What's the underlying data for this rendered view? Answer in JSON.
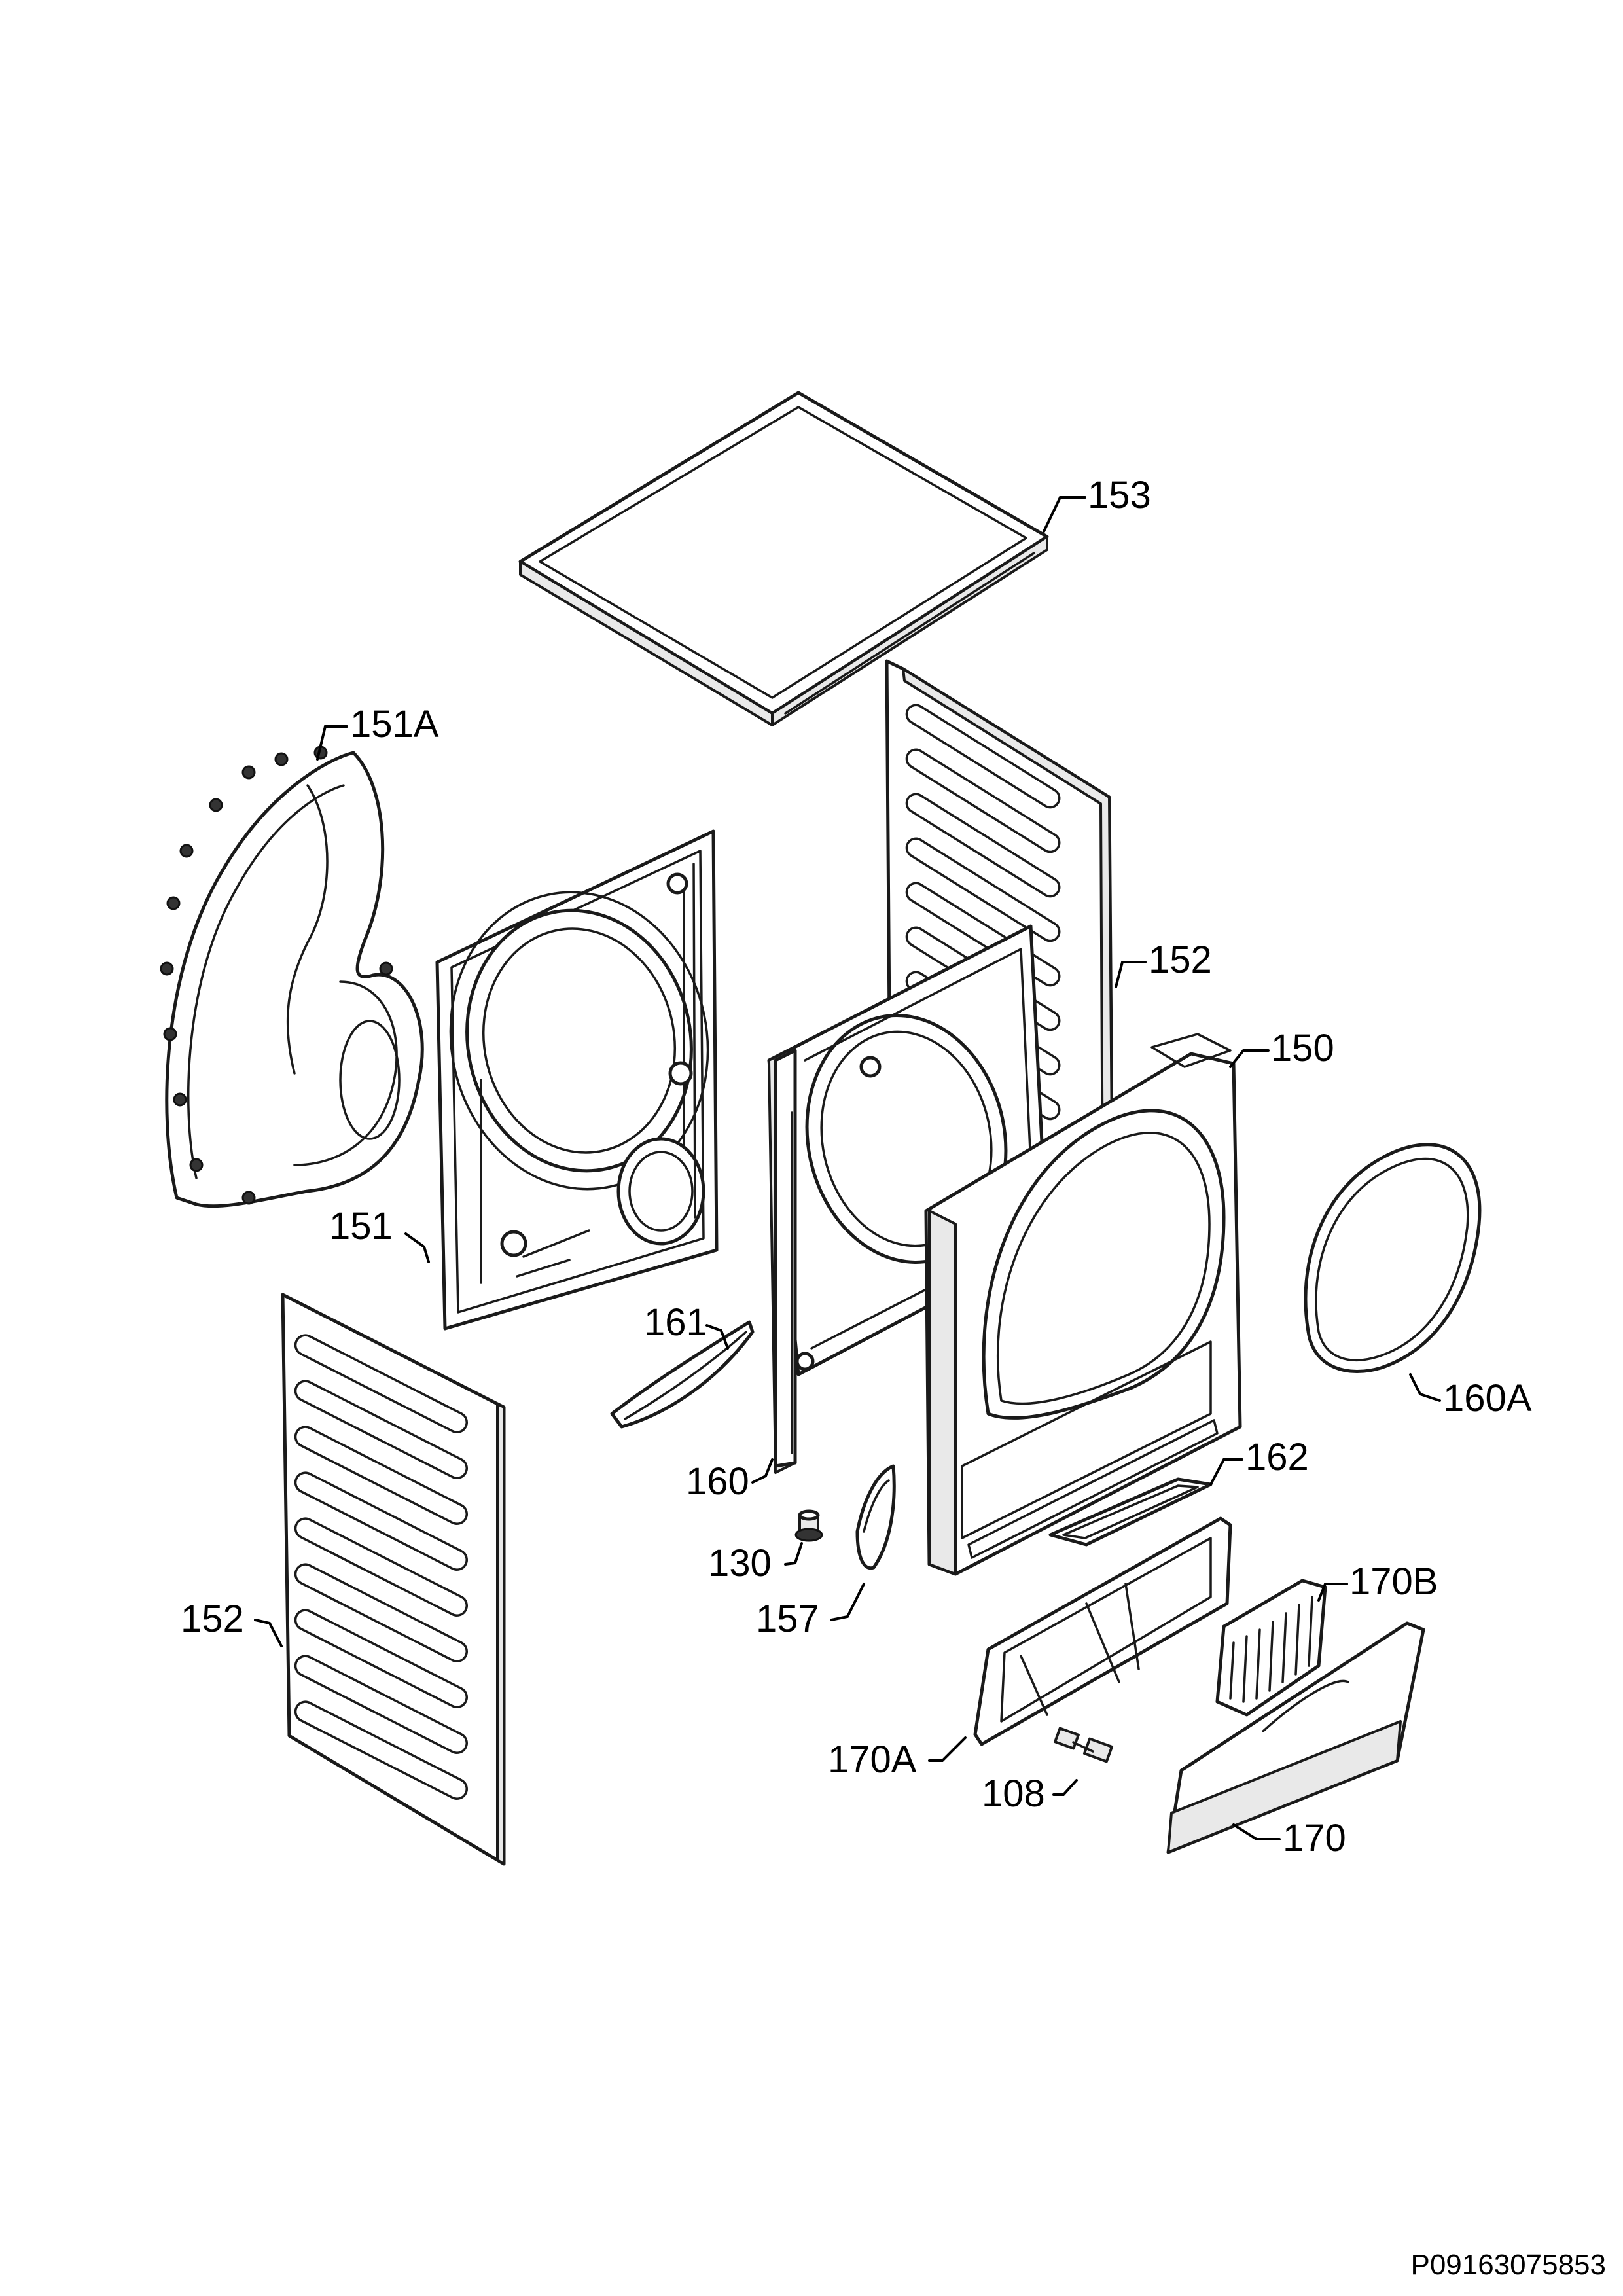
{
  "callouts": {
    "c153": "153",
    "c151a": "151A",
    "c152_right": "152",
    "c150": "150",
    "c151": "151",
    "c161": "161",
    "c160a": "160A",
    "c162": "162",
    "c160": "160",
    "c130": "130",
    "c157": "157",
    "c170b": "170B",
    "c152_left": "152",
    "c170a": "170A",
    "c108": "108",
    "c170": "170"
  },
  "document_code": "P09163075853"
}
